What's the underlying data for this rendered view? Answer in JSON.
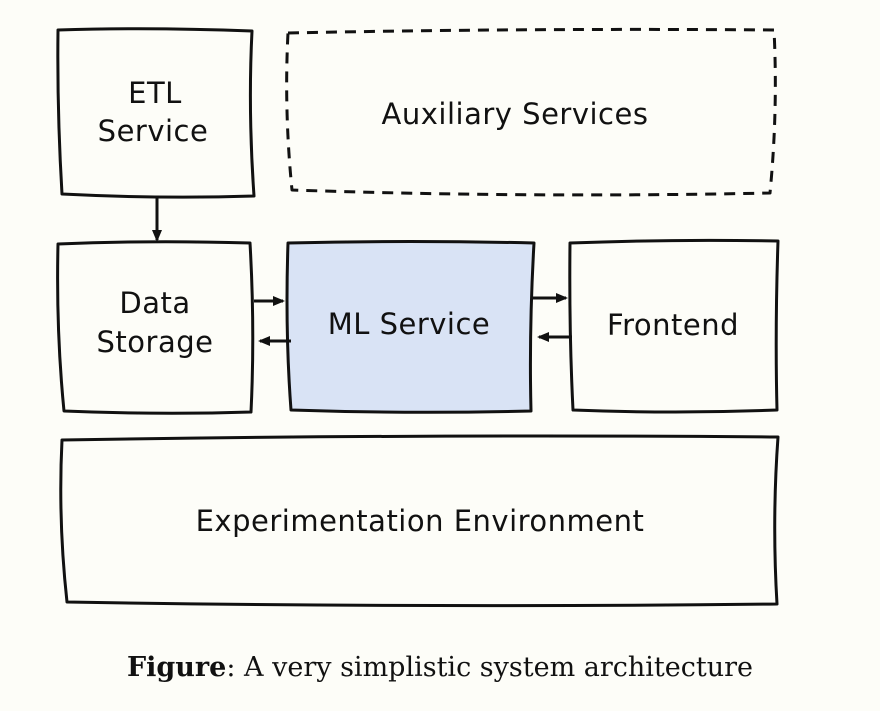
{
  "diagram": {
    "nodes": {
      "etl": {
        "line1": "ETL",
        "line2": "Service"
      },
      "auxiliary": {
        "label": "Auxiliary Services"
      },
      "data_storage": {
        "line1": "Data",
        "line2": "Storage"
      },
      "ml_service": {
        "label": "ML Service"
      },
      "frontend": {
        "label": "Frontend"
      },
      "experimentation": {
        "label": "Experimentation Environment"
      }
    },
    "colors": {
      "ml_service_fill": "#d9e3f5",
      "stroke": "#111111",
      "background": "#fdfdf8"
    }
  },
  "caption": {
    "bold": "Figure",
    "text": ": A very simplistic system architecture"
  }
}
